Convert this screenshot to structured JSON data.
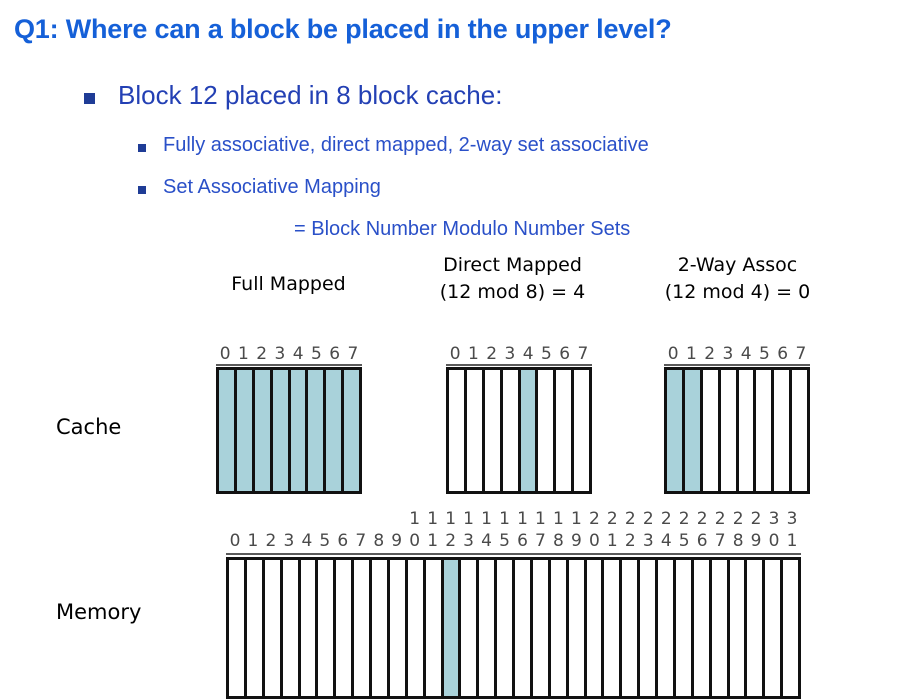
{
  "slide": {
    "title": "Q1: Where can a block be placed in the upper level?"
  },
  "bullets": {
    "level1": "Block 12 placed in 8 block cache:",
    "level2a": "Fully associative, direct mapped, 2-way set associative",
    "level2b": "Set Associative Mapping",
    "level3": "= Block Number Modulo Number Sets"
  },
  "row_labels": {
    "cache": "Cache",
    "memory": "Memory"
  },
  "diagrams": [
    {
      "id": "full",
      "heading_line1": "Full Mapped",
      "heading_line2": "",
      "index_labels": [
        "0",
        "1",
        "2",
        "3",
        "4",
        "5",
        "6",
        "7"
      ],
      "cells": 8,
      "filled": [
        0,
        1,
        2,
        3,
        4,
        5,
        6,
        7
      ]
    },
    {
      "id": "direct",
      "heading_line1": "Direct Mapped",
      "heading_line2": "(12 mod 8) = 4",
      "index_labels": [
        "0",
        "1",
        "2",
        "3",
        "4",
        "5",
        "6",
        "7"
      ],
      "cells": 8,
      "filled": [
        4
      ]
    },
    {
      "id": "2way",
      "heading_line1": "2-Way Assoc",
      "heading_line2": "(12 mod 4) = 0",
      "index_labels": [
        "0",
        "1",
        "2",
        "3",
        "4",
        "5",
        "6",
        "7"
      ],
      "cells": 8,
      "filled": [
        0,
        1
      ]
    }
  ],
  "memory": {
    "cells": 32,
    "filled": [
      12
    ],
    "index_tens": [
      " ",
      " ",
      " ",
      " ",
      " ",
      " ",
      " ",
      " ",
      " ",
      " ",
      "1",
      "1",
      "1",
      "1",
      "1",
      "1",
      "1",
      "1",
      "1",
      "1",
      "2",
      "2",
      "2",
      "2",
      "2",
      "2",
      "2",
      "2",
      "2",
      "2",
      "3",
      "3"
    ],
    "index_ones": [
      "0",
      "1",
      "2",
      "3",
      "4",
      "5",
      "6",
      "7",
      "8",
      "9",
      "0",
      "1",
      "2",
      "3",
      "4",
      "5",
      "6",
      "7",
      "8",
      "9",
      "0",
      "1",
      "2",
      "3",
      "4",
      "5",
      "6",
      "7",
      "8",
      "9",
      "0",
      "1"
    ]
  },
  "colors": {
    "title_blue": "#1560d8",
    "body_blue": "#2a50c8",
    "bullet_blue": "#1f3c96",
    "highlight_fill": "#a9d2da",
    "block_border": "#111111"
  }
}
